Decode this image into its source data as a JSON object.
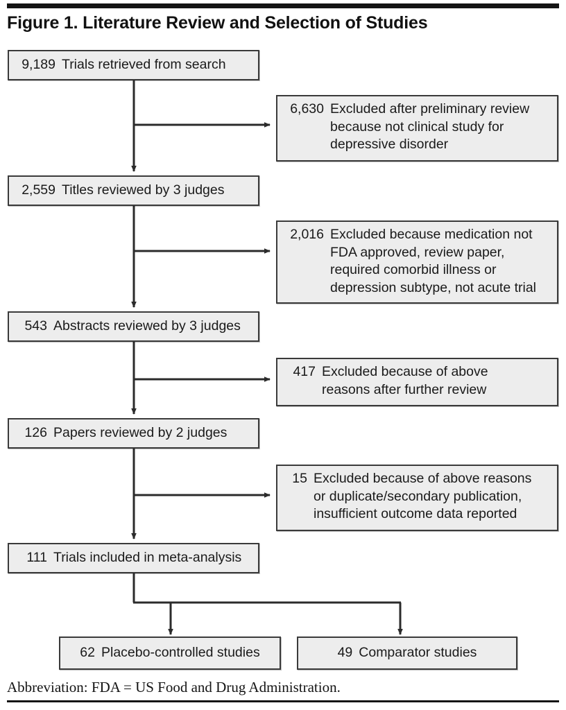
{
  "figure": {
    "title": "Figure 1. Literature Review and Selection of Studies",
    "footnote": "Abbreviation: FDA = US Food and Drug Administration."
  },
  "chart_data": {
    "type": "diagram",
    "title": "Figure 1. Literature Review and Selection of Studies",
    "diagram_kind": "flowchart",
    "flow_nodes": [
      {
        "id": "n1",
        "count": "9,189",
        "label": "Trials retrieved from search"
      },
      {
        "id": "n2",
        "count": "2,559",
        "label": "Titles reviewed by 3 judges"
      },
      {
        "id": "n3",
        "count": "543",
        "label": "Abstracts reviewed by 3 judges"
      },
      {
        "id": "n4",
        "count": "126",
        "label": "Papers reviewed by 2 judges"
      },
      {
        "id": "n5",
        "count": "111",
        "label": "Trials included in meta-analysis"
      },
      {
        "id": "n6",
        "count": "62",
        "label": "Placebo-controlled studies"
      },
      {
        "id": "n7",
        "count": "49",
        "label": "Comparator studies"
      }
    ],
    "exclusion_nodes": [
      {
        "id": "e1",
        "count": "6,630",
        "label": "Excluded after preliminary review because not clinical study for depressive disorder"
      },
      {
        "id": "e2",
        "count": "2,016",
        "label": "Excluded because medication not FDA approved, review paper, required comorbid illness or depression subtype, not acute trial"
      },
      {
        "id": "e3",
        "count": "417",
        "label": "Excluded because of above reasons after further review"
      },
      {
        "id": "e4",
        "count": "15",
        "label": "Excluded because of above reasons or duplicate/secondary publication, insufficient outcome data reported"
      }
    ],
    "edges": [
      {
        "from": "n1",
        "to": "e1"
      },
      {
        "from": "n1",
        "to": "n2"
      },
      {
        "from": "n2",
        "to": "e2"
      },
      {
        "from": "n2",
        "to": "n3"
      },
      {
        "from": "n3",
        "to": "e3"
      },
      {
        "from": "n3",
        "to": "n4"
      },
      {
        "from": "n4",
        "to": "e4"
      },
      {
        "from": "n4",
        "to": "n5"
      },
      {
        "from": "n5",
        "to": "n6"
      },
      {
        "from": "n5",
        "to": "n7"
      }
    ]
  },
  "nodes": {
    "n1": {
      "count": "9,189",
      "label": "Trials retrieved from search"
    },
    "n2": {
      "count": "2,559",
      "label": "Titles reviewed by 3 judges"
    },
    "n3": {
      "count": "543",
      "label": "Abstracts reviewed by 3 judges"
    },
    "n4": {
      "count": "126",
      "label": "Papers reviewed by 2 judges"
    },
    "n5": {
      "count": "111",
      "label": "Trials included in meta-analysis"
    },
    "n6": {
      "count": "62",
      "label": "Placebo-controlled studies"
    },
    "n7": {
      "count": "49",
      "label": "Comparator studies"
    }
  },
  "exclusions": {
    "e1": {
      "count": "6,630",
      "line1": "Excluded after preliminary review",
      "line2": "because not clinical study for",
      "line3": "depressive disorder"
    },
    "e2": {
      "count": "2,016",
      "line1": "Excluded because medication not",
      "line2": "FDA approved, review paper,",
      "line3": "required comorbid illness or",
      "line4": "depression subtype, not acute trial"
    },
    "e3": {
      "count": "417",
      "line1": "Excluded because of above",
      "line2": "reasons after further review"
    },
    "e4": {
      "count": "15",
      "line1": "Excluded because of above reasons",
      "line2": "or duplicate/secondary publication,",
      "line3": "insufficient outcome data reported"
    }
  },
  "colors": {
    "box_fill": "#ededed",
    "box_border": "#3a3a3a",
    "rule": "#141414",
    "text": "#1a1a1a",
    "connector": "#2b2b2b"
  }
}
